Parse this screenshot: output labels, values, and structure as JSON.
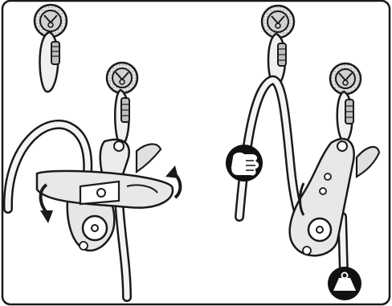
{
  "figure": {
    "panels": [
      {
        "id": "left",
        "depicts": "descender-attached-to-anchor-with-carabiner-rope-loaded",
        "arrows": [
          "rotate-left-down",
          "rotate-right-up"
        ]
      },
      {
        "id": "right",
        "depicts": "descender-hanging-rope-held-by-hand-weight-below",
        "icons": [
          "hand-grip-icon",
          "weight-load-icon"
        ]
      }
    ],
    "colors": {
      "frame": "#1a1a1a",
      "anchor_fill": "#c8c8c8",
      "device_fill": "#e6e6e6",
      "rope_fill": "#f4f4f4",
      "icon_fill": "#111111",
      "metal_fill": "#d9d9d9"
    }
  }
}
